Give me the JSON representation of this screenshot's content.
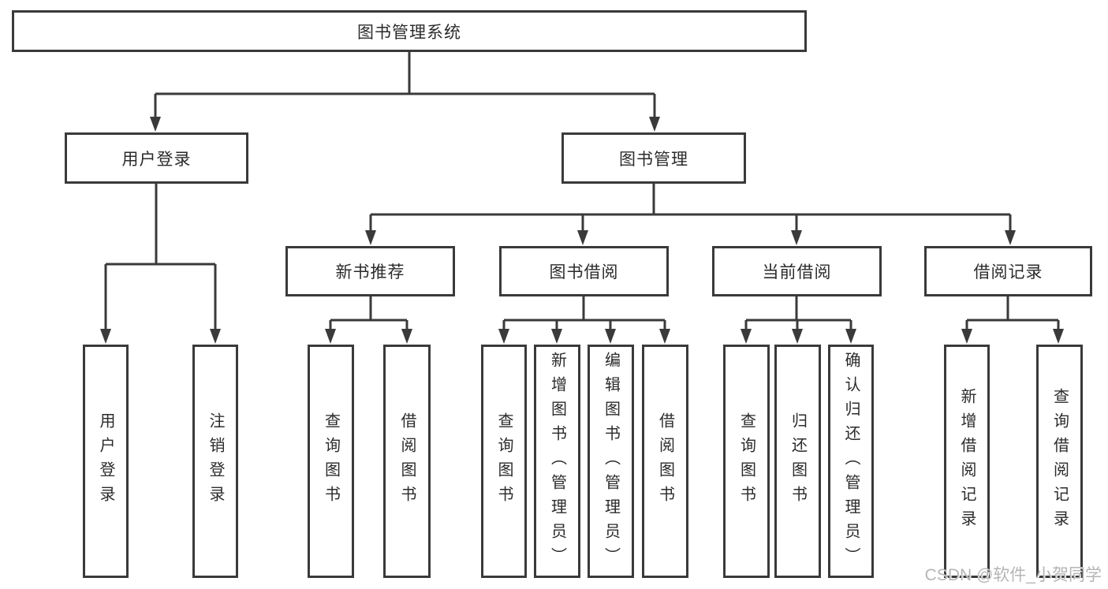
{
  "diagram": {
    "root": {
      "label": "图书管理系统"
    },
    "branches": [
      {
        "label": "用户登录",
        "children": [
          {
            "label": "用户登录"
          },
          {
            "label": "注销登录"
          }
        ]
      },
      {
        "label": "图书管理",
        "children": [
          {
            "label": "新书推荐",
            "children": [
              {
                "label": "查询图书"
              },
              {
                "label": "借阅图书"
              }
            ]
          },
          {
            "label": "图书借阅",
            "children": [
              {
                "label": "查询图书"
              },
              {
                "label": "新增图书（管理员）"
              },
              {
                "label": "编辑图书（管理员）"
              },
              {
                "label": "借阅图书"
              }
            ]
          },
          {
            "label": "当前借阅",
            "children": [
              {
                "label": "查询图书"
              },
              {
                "label": "归还图书"
              },
              {
                "label": "确认归还（管理员）"
              }
            ]
          },
          {
            "label": "借阅记录",
            "children": [
              {
                "label": "新增借阅记录"
              },
              {
                "label": "查询借阅记录"
              }
            ]
          }
        ]
      }
    ]
  },
  "watermark": {
    "text": "CSDN @软件_小贺同学"
  },
  "colors": {
    "line": "#3a3a3a",
    "text": "#2b2b2b",
    "watermark": "#b5b5b5",
    "background": "#ffffff"
  }
}
